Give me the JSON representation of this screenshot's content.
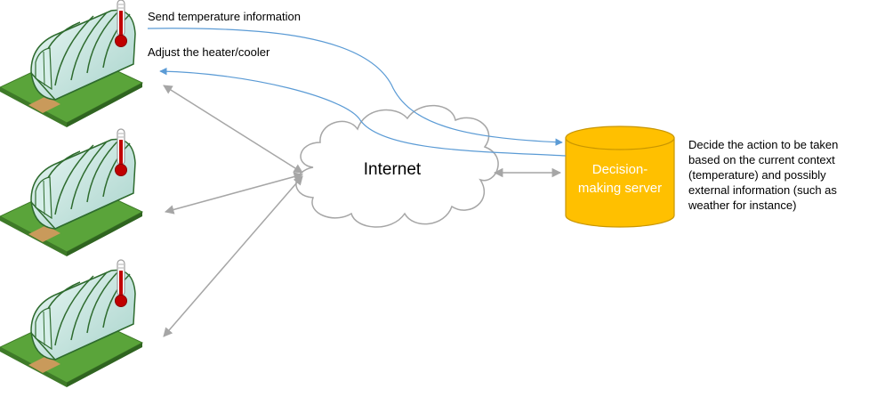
{
  "labels": {
    "send": "Send temperature information",
    "adjust": "Adjust the heater/cooler"
  },
  "cloud": {
    "label": "Internet"
  },
  "server": {
    "label": "Decision-\nmaking server"
  },
  "description": "Decide the action to be taken\nbased on the current context\n(temperature) and possibly\nexternal information (such as\nweather for instance)",
  "colors": {
    "server_fill": "#ffc000",
    "server_stroke": "#c99600",
    "blue_arrow": "#5b9bd5",
    "gray_arrow": "#a6a6a6",
    "thermometer_red": "#c00000",
    "grass": "#5aa43a"
  },
  "icons": [
    "greenhouse-icon",
    "thermometer-icon",
    "cloud-icon",
    "database-icon"
  ]
}
